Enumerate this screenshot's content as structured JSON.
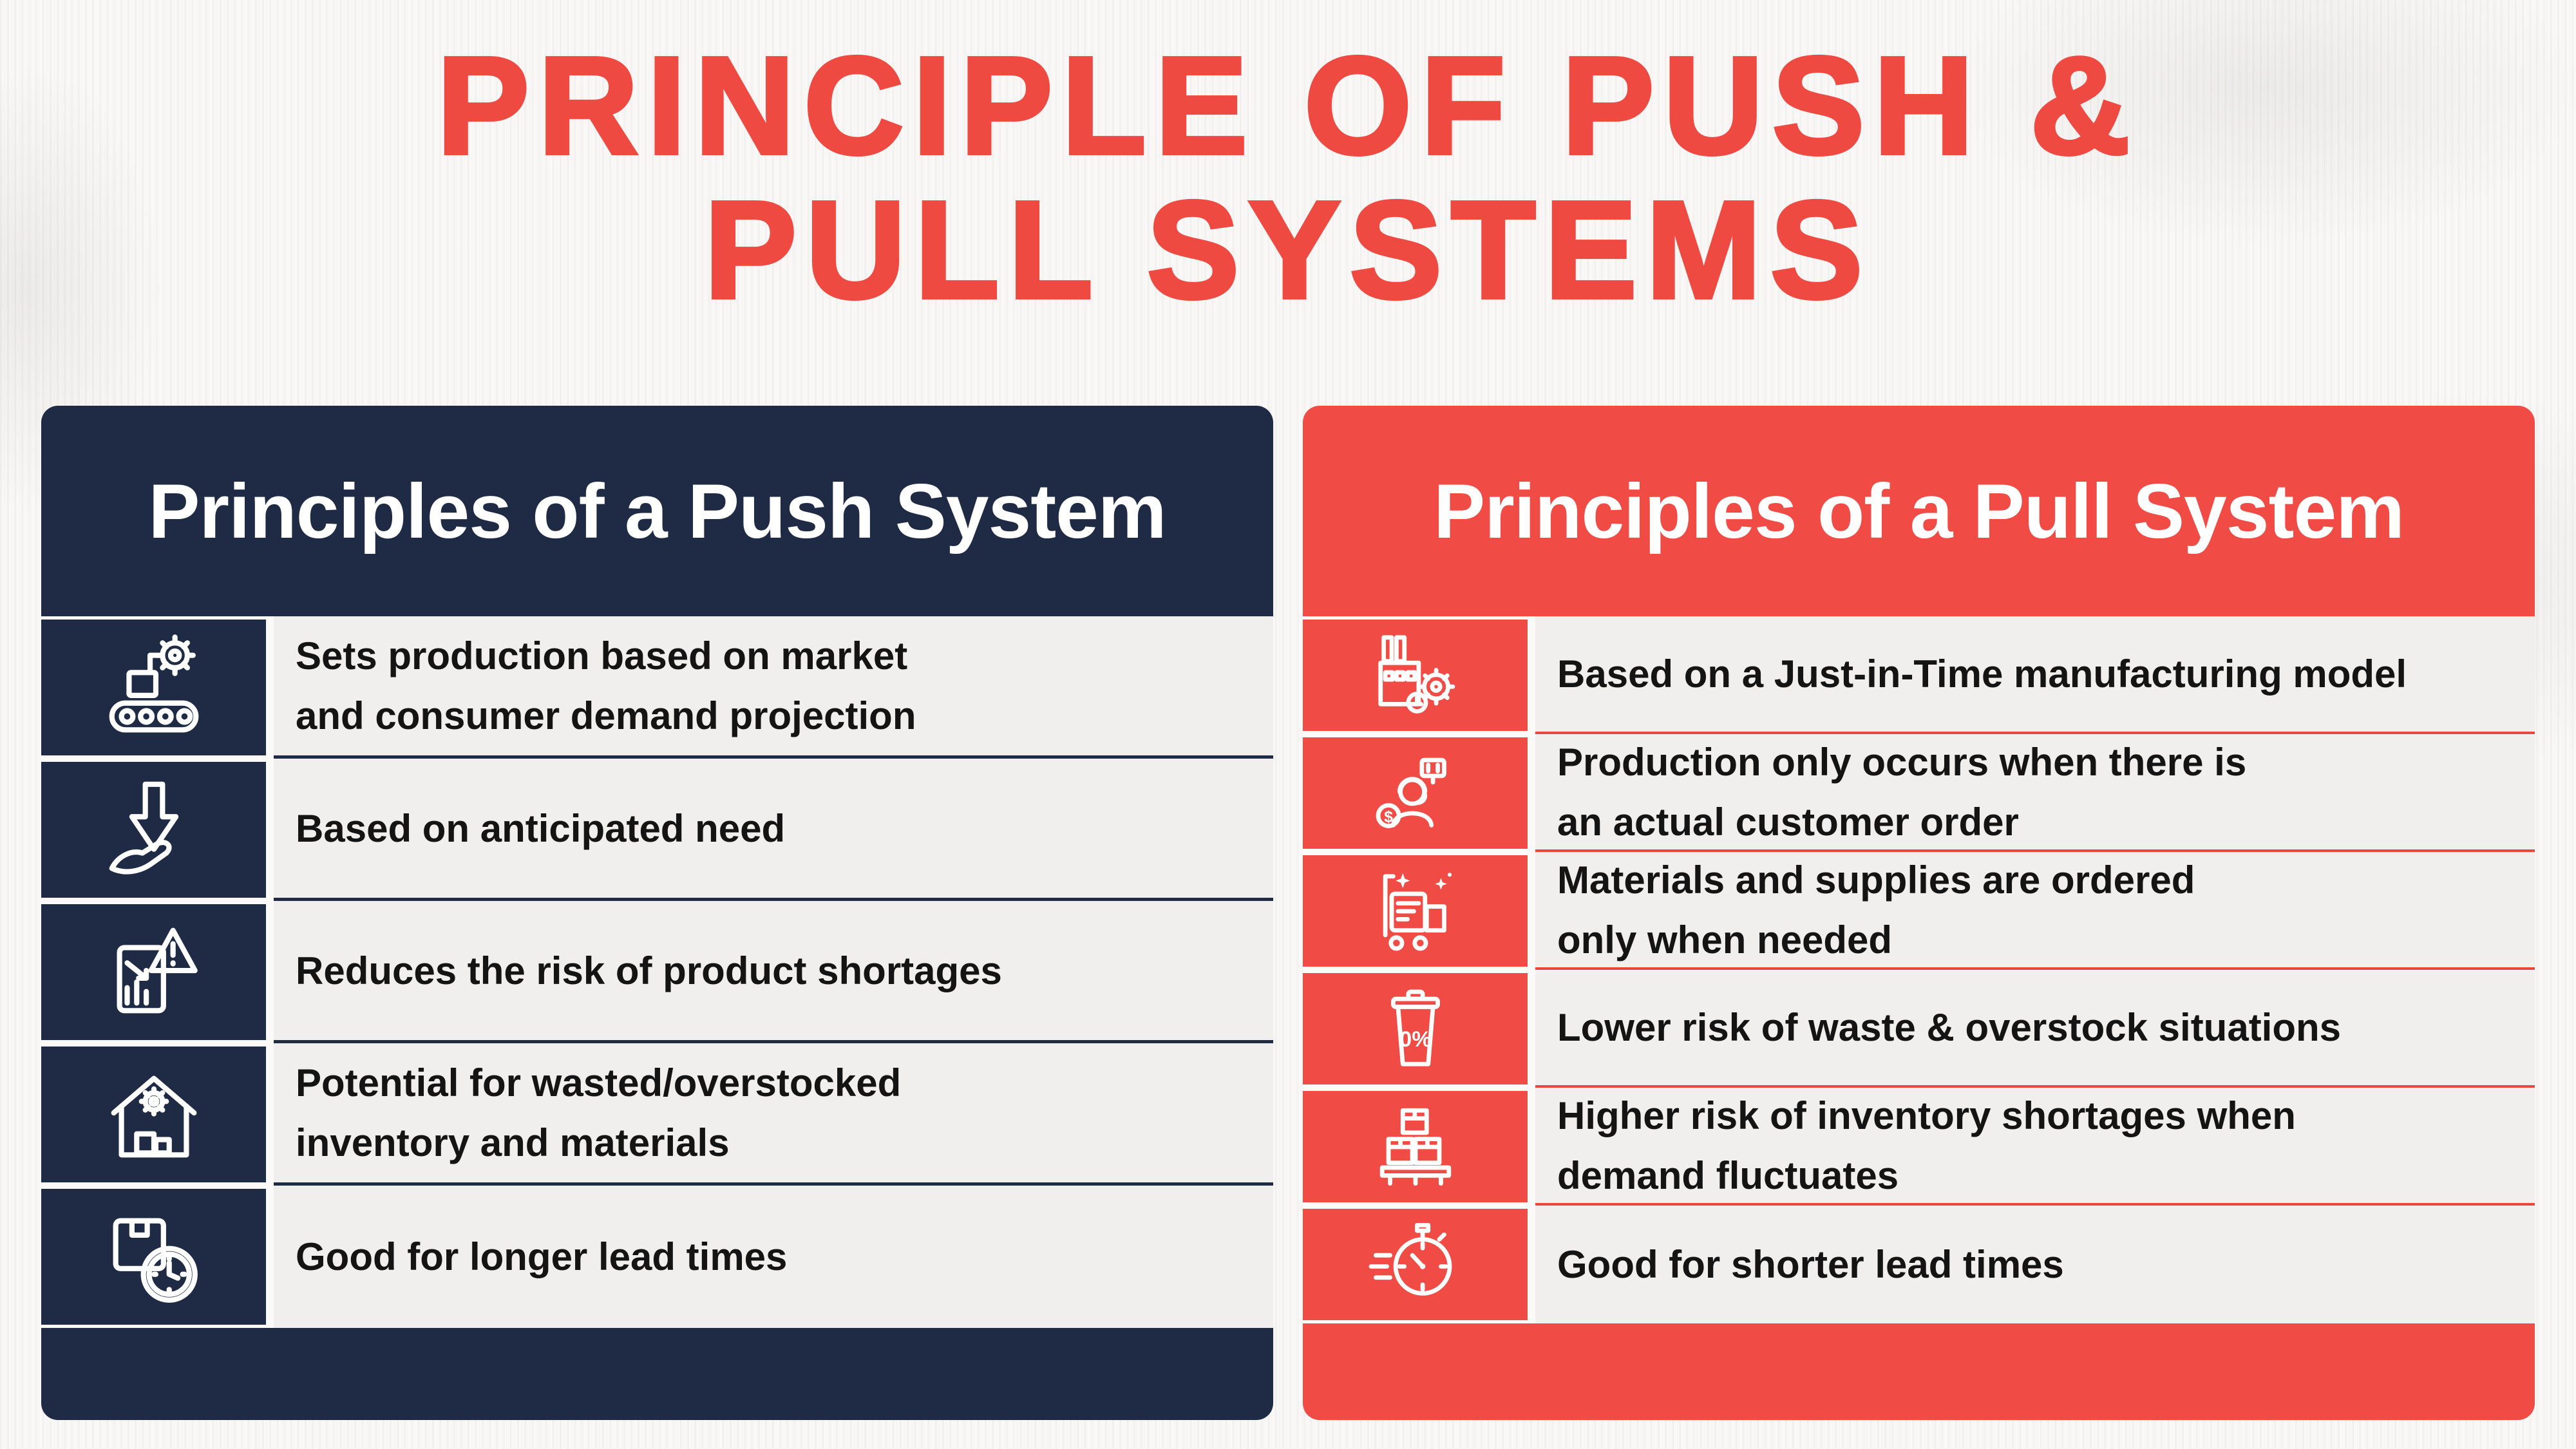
{
  "title": {
    "line1": "PRINCIPLE OF PUSH &",
    "line2": "PULL SYSTEMS"
  },
  "colors": {
    "title_red": "#ee4a41",
    "panel_navy": "#1f2b45",
    "panel_red": "#f04b44",
    "separator_red": "#e8473f",
    "row_background": "#f0efee",
    "page_background": "#f9f8f6",
    "row_text": "#141414",
    "header_text": "#ffffff"
  },
  "push_panel": {
    "header": "Principles of a Push System",
    "rows": [
      {
        "icon": "production-conveyor-icon",
        "text": "Sets production based on market\nand consumer demand projection"
      },
      {
        "icon": "hand-arrow-icon",
        "text": "Based on anticipated need"
      },
      {
        "icon": "shortage-risk-icon",
        "text": "Reduces the risk of product shortages"
      },
      {
        "icon": "warehouse-gear-icon",
        "text": "Potential for wasted/overstocked\ninventory and materials"
      },
      {
        "icon": "box-clock-icon",
        "text": "Good for longer lead times"
      }
    ]
  },
  "pull_panel": {
    "header": "Principles of a Pull System",
    "rows": [
      {
        "icon": "jit-factory-icon",
        "text": "Based on a Just-in-Time manufacturing model"
      },
      {
        "icon": "customer-order-icon",
        "icon_label": "$",
        "text": "Production only occurs when there is\nan actual customer order"
      },
      {
        "icon": "materials-cart-icon",
        "text": "Materials and supplies are ordered\nonly when needed"
      },
      {
        "icon": "waste-bin-icon",
        "icon_label": "0%",
        "text": "Lower risk of waste & overstock situations"
      },
      {
        "icon": "inventory-pallet-icon",
        "text": "Higher risk of inventory shortages when\ndemand fluctuates"
      },
      {
        "icon": "speed-stopwatch-icon",
        "text": "Good for shorter lead times"
      }
    ]
  }
}
